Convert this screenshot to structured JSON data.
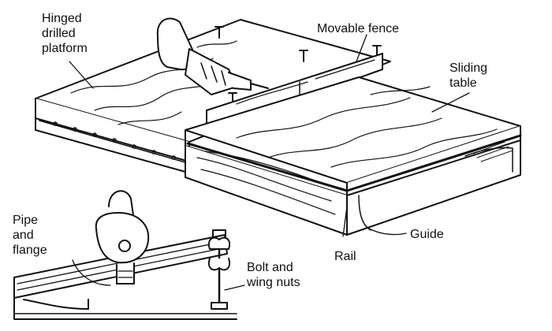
{
  "labels": {
    "hinged_platform": "Hinged\ndrilled\nplatform",
    "movable_fence": "Movable fence",
    "sliding_table": "Sliding\ntable",
    "pipe_flange": "Pipe\nand\nflange",
    "bolt_wing_nuts": "Bolt and\nwing nuts",
    "rail": "Rail",
    "guide": "Guide"
  },
  "icons": {
    "drill": "drill-icon",
    "wing_nut": "wing-nut-icon"
  }
}
